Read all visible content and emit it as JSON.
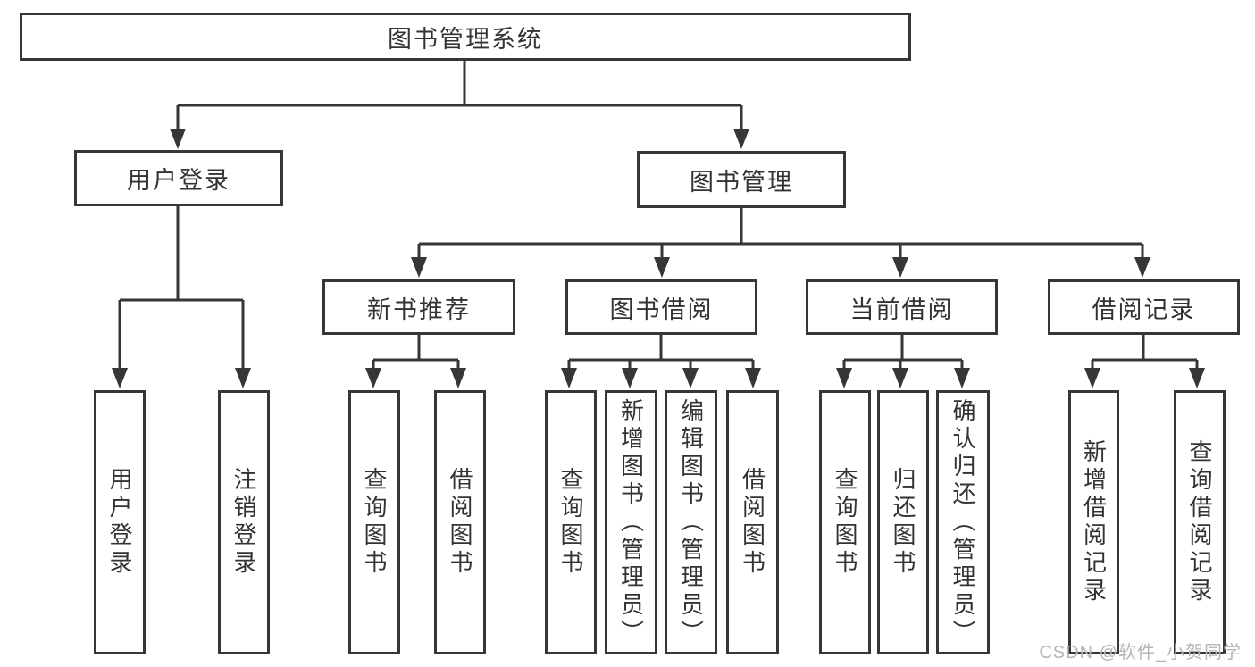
{
  "tree": {
    "label": "图书管理系统",
    "children": [
      {
        "label": "用户登录",
        "children": [
          {
            "label": "用户登录"
          },
          {
            "label": "注销登录"
          }
        ]
      },
      {
        "label": "图书管理",
        "children": [
          {
            "label": "新书推荐",
            "children": [
              {
                "label": "查询图书"
              },
              {
                "label": "借阅图书"
              }
            ]
          },
          {
            "label": "图书借阅",
            "children": [
              {
                "label": "查询图书"
              },
              {
                "label": "新增图书（管理员）"
              },
              {
                "label": "编辑图书（管理员）"
              },
              {
                "label": "借阅图书"
              }
            ]
          },
          {
            "label": "当前借阅",
            "children": [
              {
                "label": "查询图书"
              },
              {
                "label": "归还图书"
              },
              {
                "label": "确认归还（管理员）"
              }
            ]
          },
          {
            "label": "借阅记录",
            "children": [
              {
                "label": "新增借阅记录"
              },
              {
                "label": "查询借阅记录"
              }
            ]
          }
        ]
      }
    ]
  },
  "watermark": {
    "text": "CSDN @软件_小贺同学"
  },
  "colors": {
    "line": "#363636",
    "box_border": "#363636",
    "text": "#333333",
    "watermark": "#b5b5b5",
    "background": "#ffffff"
  }
}
